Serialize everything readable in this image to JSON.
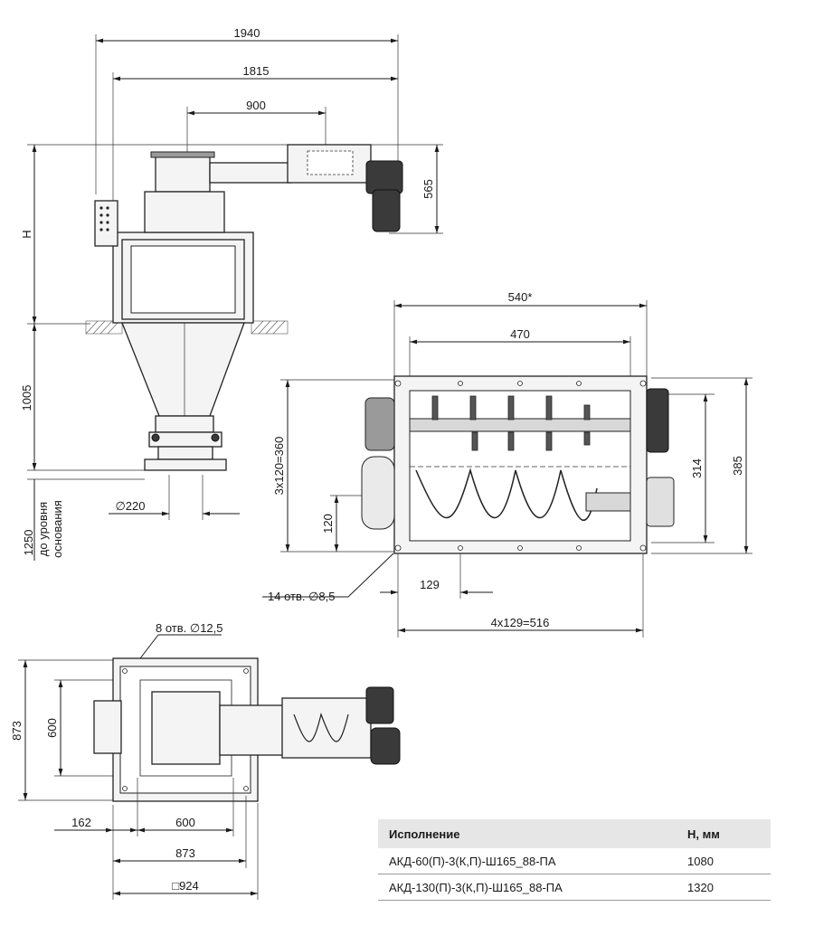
{
  "dimensions": {
    "top_view": {
      "overall": "1940",
      "width": "1815",
      "spacing": "900",
      "drive_height": "565",
      "height_label": "H",
      "below_floor": "1005",
      "outlet_diameter": "∅220",
      "base_level": "1250",
      "base_level_note_1": "до уровня",
      "base_level_note_2": "основания"
    },
    "feeder_view": {
      "overall_width": "540*",
      "inner_width": "470",
      "vertical_pitch": "3x120=360",
      "pitch_single": "120",
      "inner_height": "314",
      "overall_height": "385",
      "holes": "14 отв. ∅8,5",
      "pitch_h": "129",
      "pitch_total": "4x129=516"
    },
    "plan_view": {
      "holes": "8 отв. ∅12,5",
      "depth": "873",
      "inner_depth": "600",
      "offset": "162",
      "inner_width": "600",
      "width": "873",
      "frame": "□924"
    }
  },
  "table": {
    "headers": [
      "Исполнение",
      "H, мм"
    ],
    "rows": [
      [
        "АКД-60(П)-3(К,П)-Ш165_88-ПА",
        "1080"
      ],
      [
        "АКД-130(П)-3(К,П)-Ш165_88-ПА",
        "1320"
      ]
    ]
  }
}
